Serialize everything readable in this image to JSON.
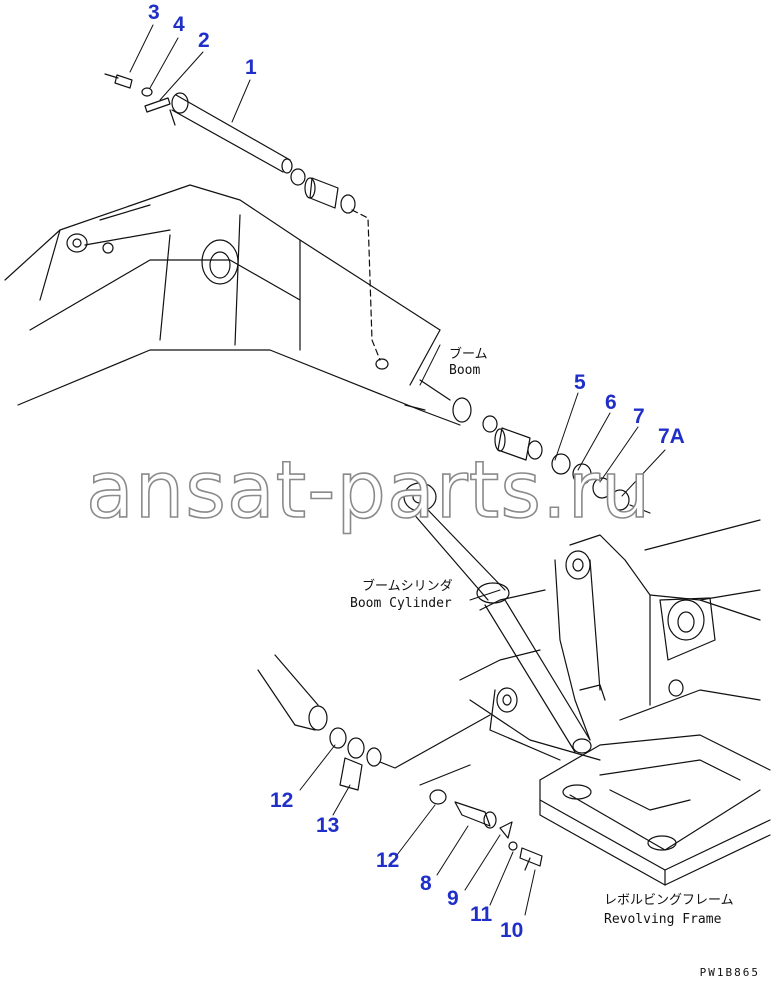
{
  "callouts": {
    "c1": "1",
    "c2": "2",
    "c3": "3",
    "c4": "4",
    "c5": "5",
    "c6": "6",
    "c7": "7",
    "c7a": "7A",
    "c8": "8",
    "c9": "9",
    "c10": "10",
    "c11": "11",
    "c12a": "12",
    "c12b": "12",
    "c13": "13"
  },
  "labels": {
    "boom_jp": "ブーム",
    "boom_en": "Boom",
    "cylinder_jp": "ブームシリンダ",
    "cylinder_en": "Boom Cylinder",
    "frame_jp": "レボルビングフレーム",
    "frame_en": "Revolving Frame"
  },
  "watermark": "ansat-parts.ru",
  "drawing_code": "PW1B865",
  "colors": {
    "callout": "#1f2fc8",
    "line": "#111111",
    "watermark_outline": "#8a8a8a"
  }
}
